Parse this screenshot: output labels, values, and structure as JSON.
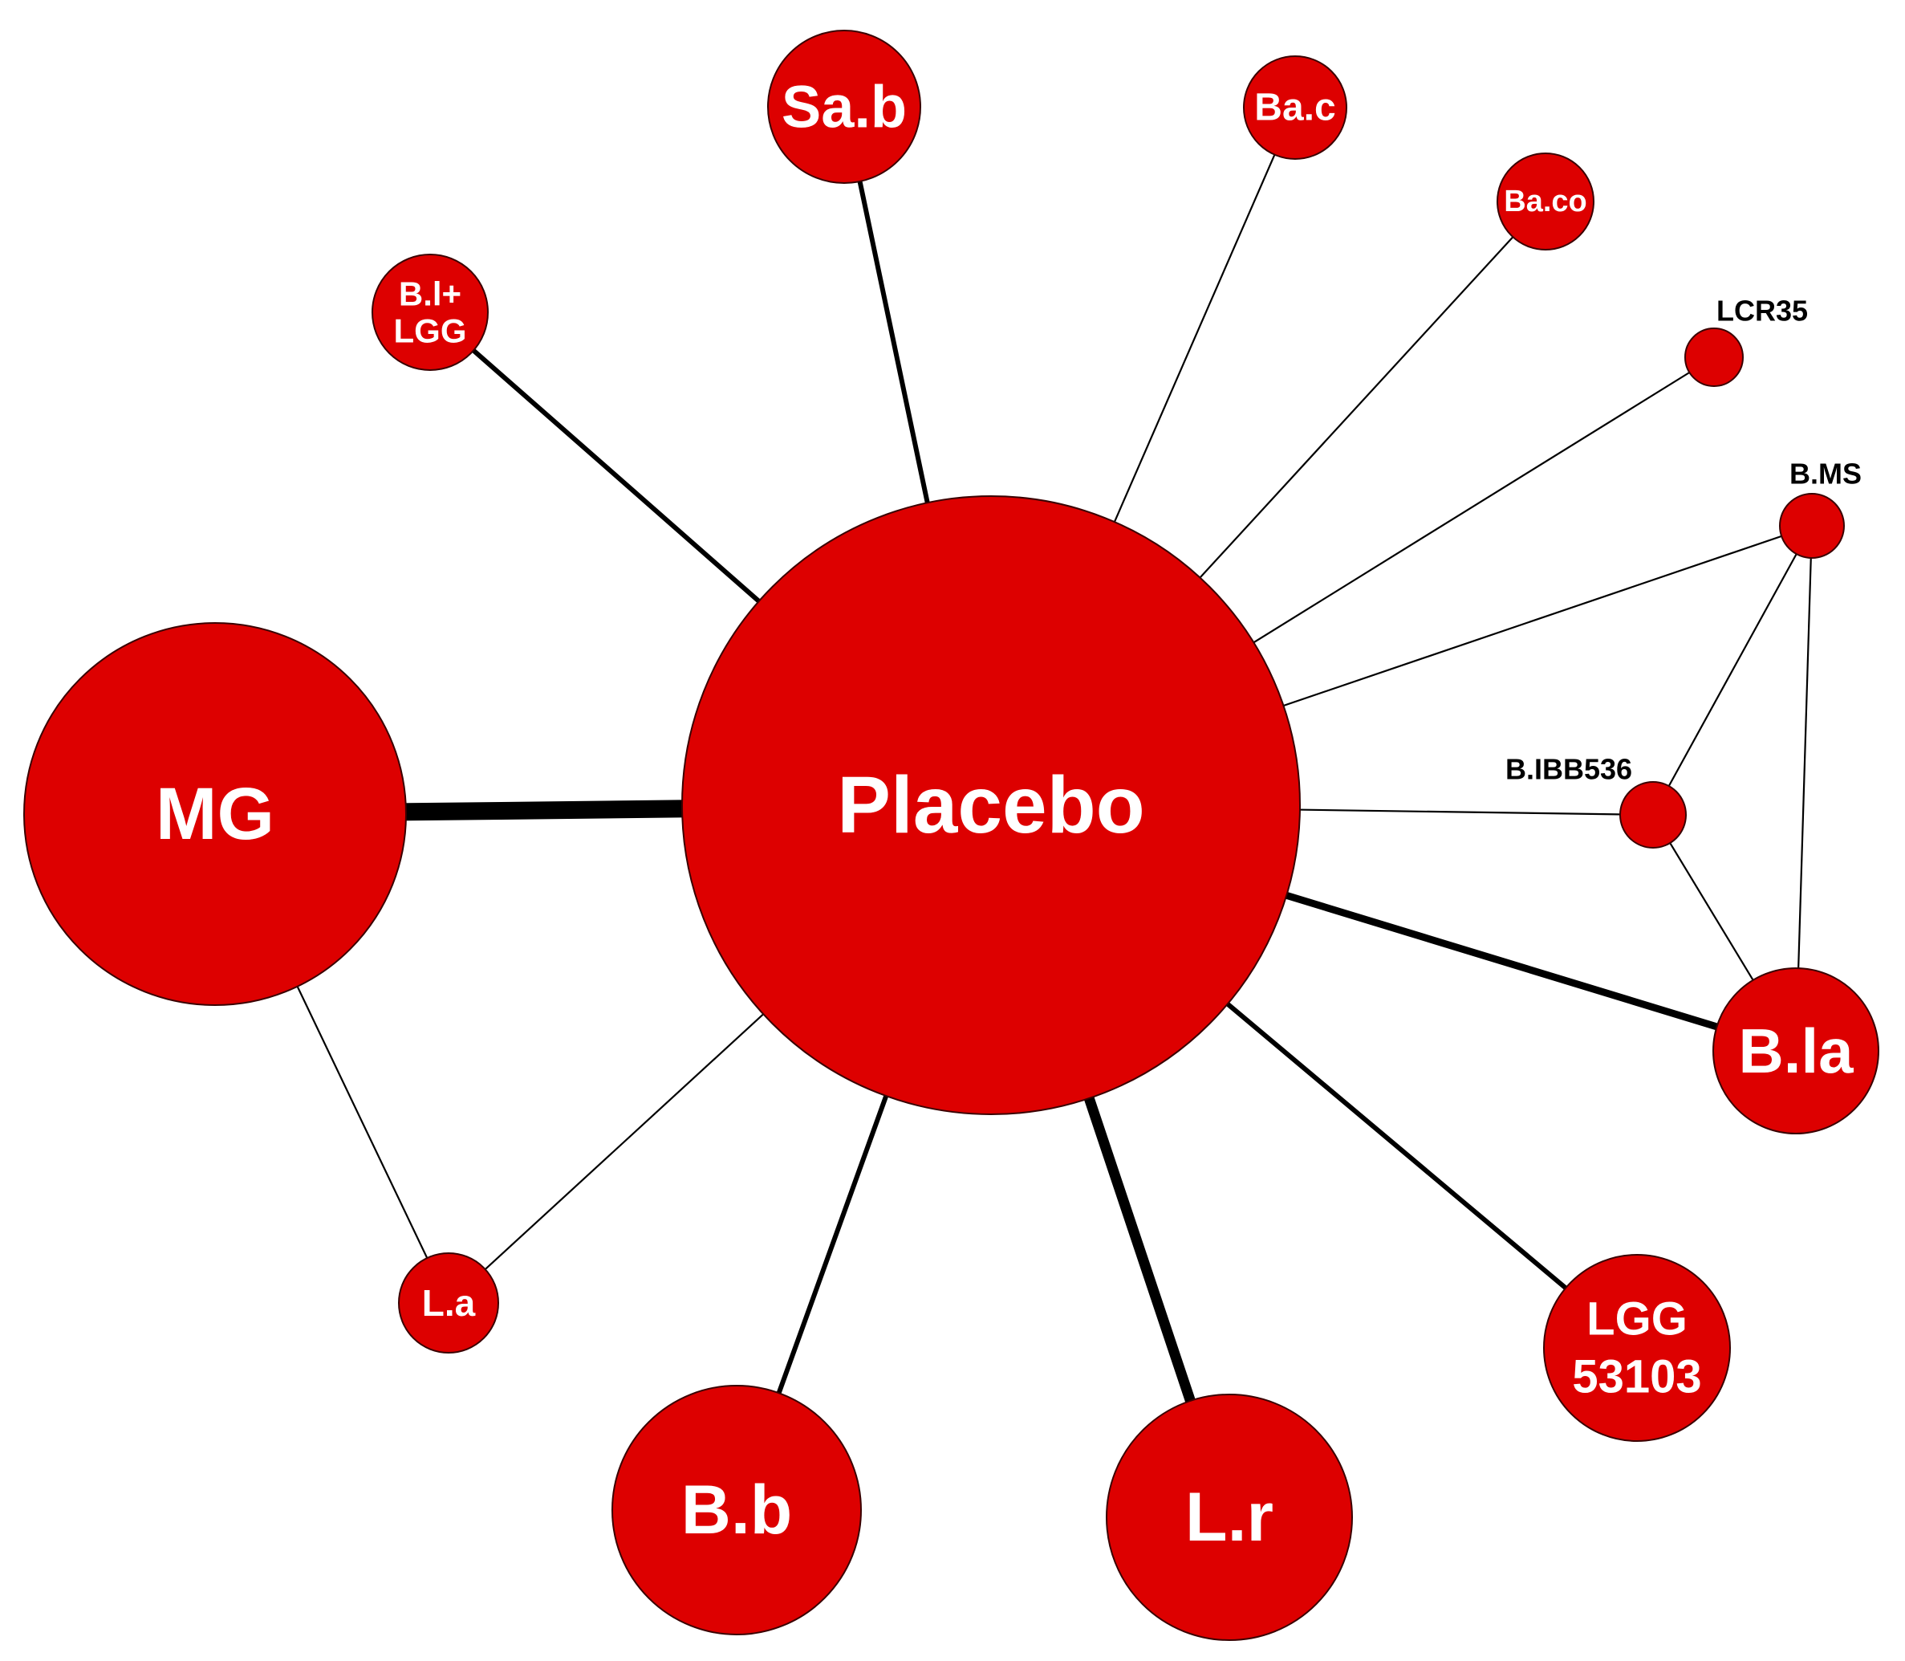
{
  "nodes": [
    {
      "id": "placebo",
      "label_lines": [
        "Placebo"
      ]
    },
    {
      "id": "mg",
      "label_lines": [
        "MG"
      ]
    },
    {
      "id": "sab",
      "label_lines": [
        "Sa.b"
      ]
    },
    {
      "id": "bac",
      "label_lines": [
        "Ba.c"
      ]
    },
    {
      "id": "baco",
      "label_lines": [
        "Ba.co"
      ]
    },
    {
      "id": "bllgg",
      "label_lines": [
        "B.l+",
        "LGG"
      ]
    },
    {
      "id": "lcr35",
      "label_lines": [
        "LCR35"
      ]
    },
    {
      "id": "bms",
      "label_lines": [
        "B.MS"
      ]
    },
    {
      "id": "bibb536",
      "label_lines": [
        "B.IBB536"
      ]
    },
    {
      "id": "bla",
      "label_lines": [
        "B.la"
      ]
    },
    {
      "id": "lgg53103",
      "label_lines": [
        "LGG",
        "53103"
      ]
    },
    {
      "id": "lr",
      "label_lines": [
        "L.r"
      ]
    },
    {
      "id": "bb",
      "label_lines": [
        "B.b"
      ]
    },
    {
      "id": "la",
      "label_lines": [
        "L.a"
      ]
    }
  ],
  "edges": [
    {
      "from": "placebo",
      "to": "mg",
      "weight": 5
    },
    {
      "from": "placebo",
      "to": "sab",
      "weight": 2
    },
    {
      "from": "placebo",
      "to": "bac",
      "weight": 1
    },
    {
      "from": "placebo",
      "to": "baco",
      "weight": 1
    },
    {
      "from": "placebo",
      "to": "bllgg",
      "weight": 2
    },
    {
      "from": "placebo",
      "to": "lcr35",
      "weight": 1
    },
    {
      "from": "placebo",
      "to": "bms",
      "weight": 1
    },
    {
      "from": "placebo",
      "to": "bibb536",
      "weight": 1
    },
    {
      "from": "placebo",
      "to": "bla",
      "weight": 3
    },
    {
      "from": "placebo",
      "to": "lgg53103",
      "weight": 2
    },
    {
      "from": "placebo",
      "to": "lr",
      "weight": 4
    },
    {
      "from": "placebo",
      "to": "bb",
      "weight": 2
    },
    {
      "from": "placebo",
      "to": "la",
      "weight": 1
    },
    {
      "from": "mg",
      "to": "la",
      "weight": 1
    },
    {
      "from": "bms",
      "to": "bibb536",
      "weight": 1
    },
    {
      "from": "bms",
      "to": "bla",
      "weight": 1
    },
    {
      "from": "bibb536",
      "to": "bla",
      "weight": 1
    }
  ],
  "colors": {
    "node_fill": "#dd0000",
    "edge": "#000000",
    "inside_label": "#ffffff",
    "outside_label": "#000000"
  }
}
